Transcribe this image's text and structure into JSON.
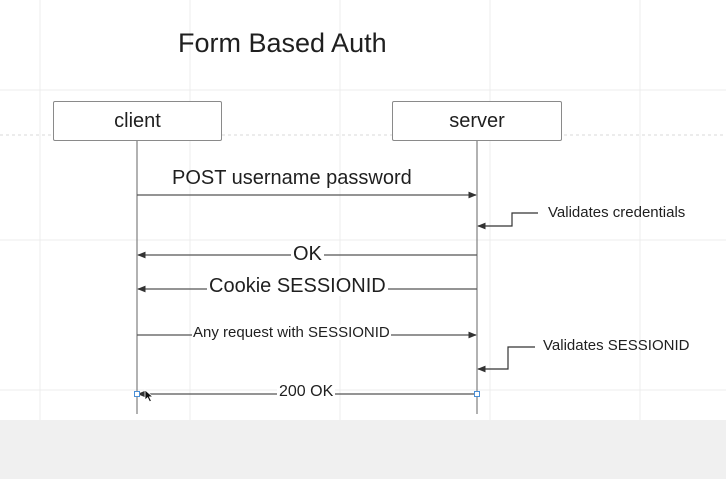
{
  "title": "Form Based Auth",
  "actors": {
    "client": "client",
    "server": "server"
  },
  "messages": [
    {
      "id": "m1",
      "label": "POST username password",
      "from": "client",
      "to": "server"
    },
    {
      "id": "m2",
      "label": "OK",
      "from": "server",
      "to": "client"
    },
    {
      "id": "m3",
      "label": "Cookie SESSIONID",
      "from": "server",
      "to": "client"
    },
    {
      "id": "m4",
      "label": "Any request with SESSIONID",
      "from": "client",
      "to": "server"
    },
    {
      "id": "m5",
      "label": "200 OK",
      "from": "server",
      "to": "client"
    }
  ],
  "notes": [
    {
      "id": "n1",
      "label": "Validates credentials",
      "target": "server"
    },
    {
      "id": "n2",
      "label": "Validates SESSIONID",
      "target": "server"
    }
  ],
  "colors": {
    "line": "#555555",
    "grid": "#e6e6e6",
    "selection": "#4a8fd6"
  }
}
